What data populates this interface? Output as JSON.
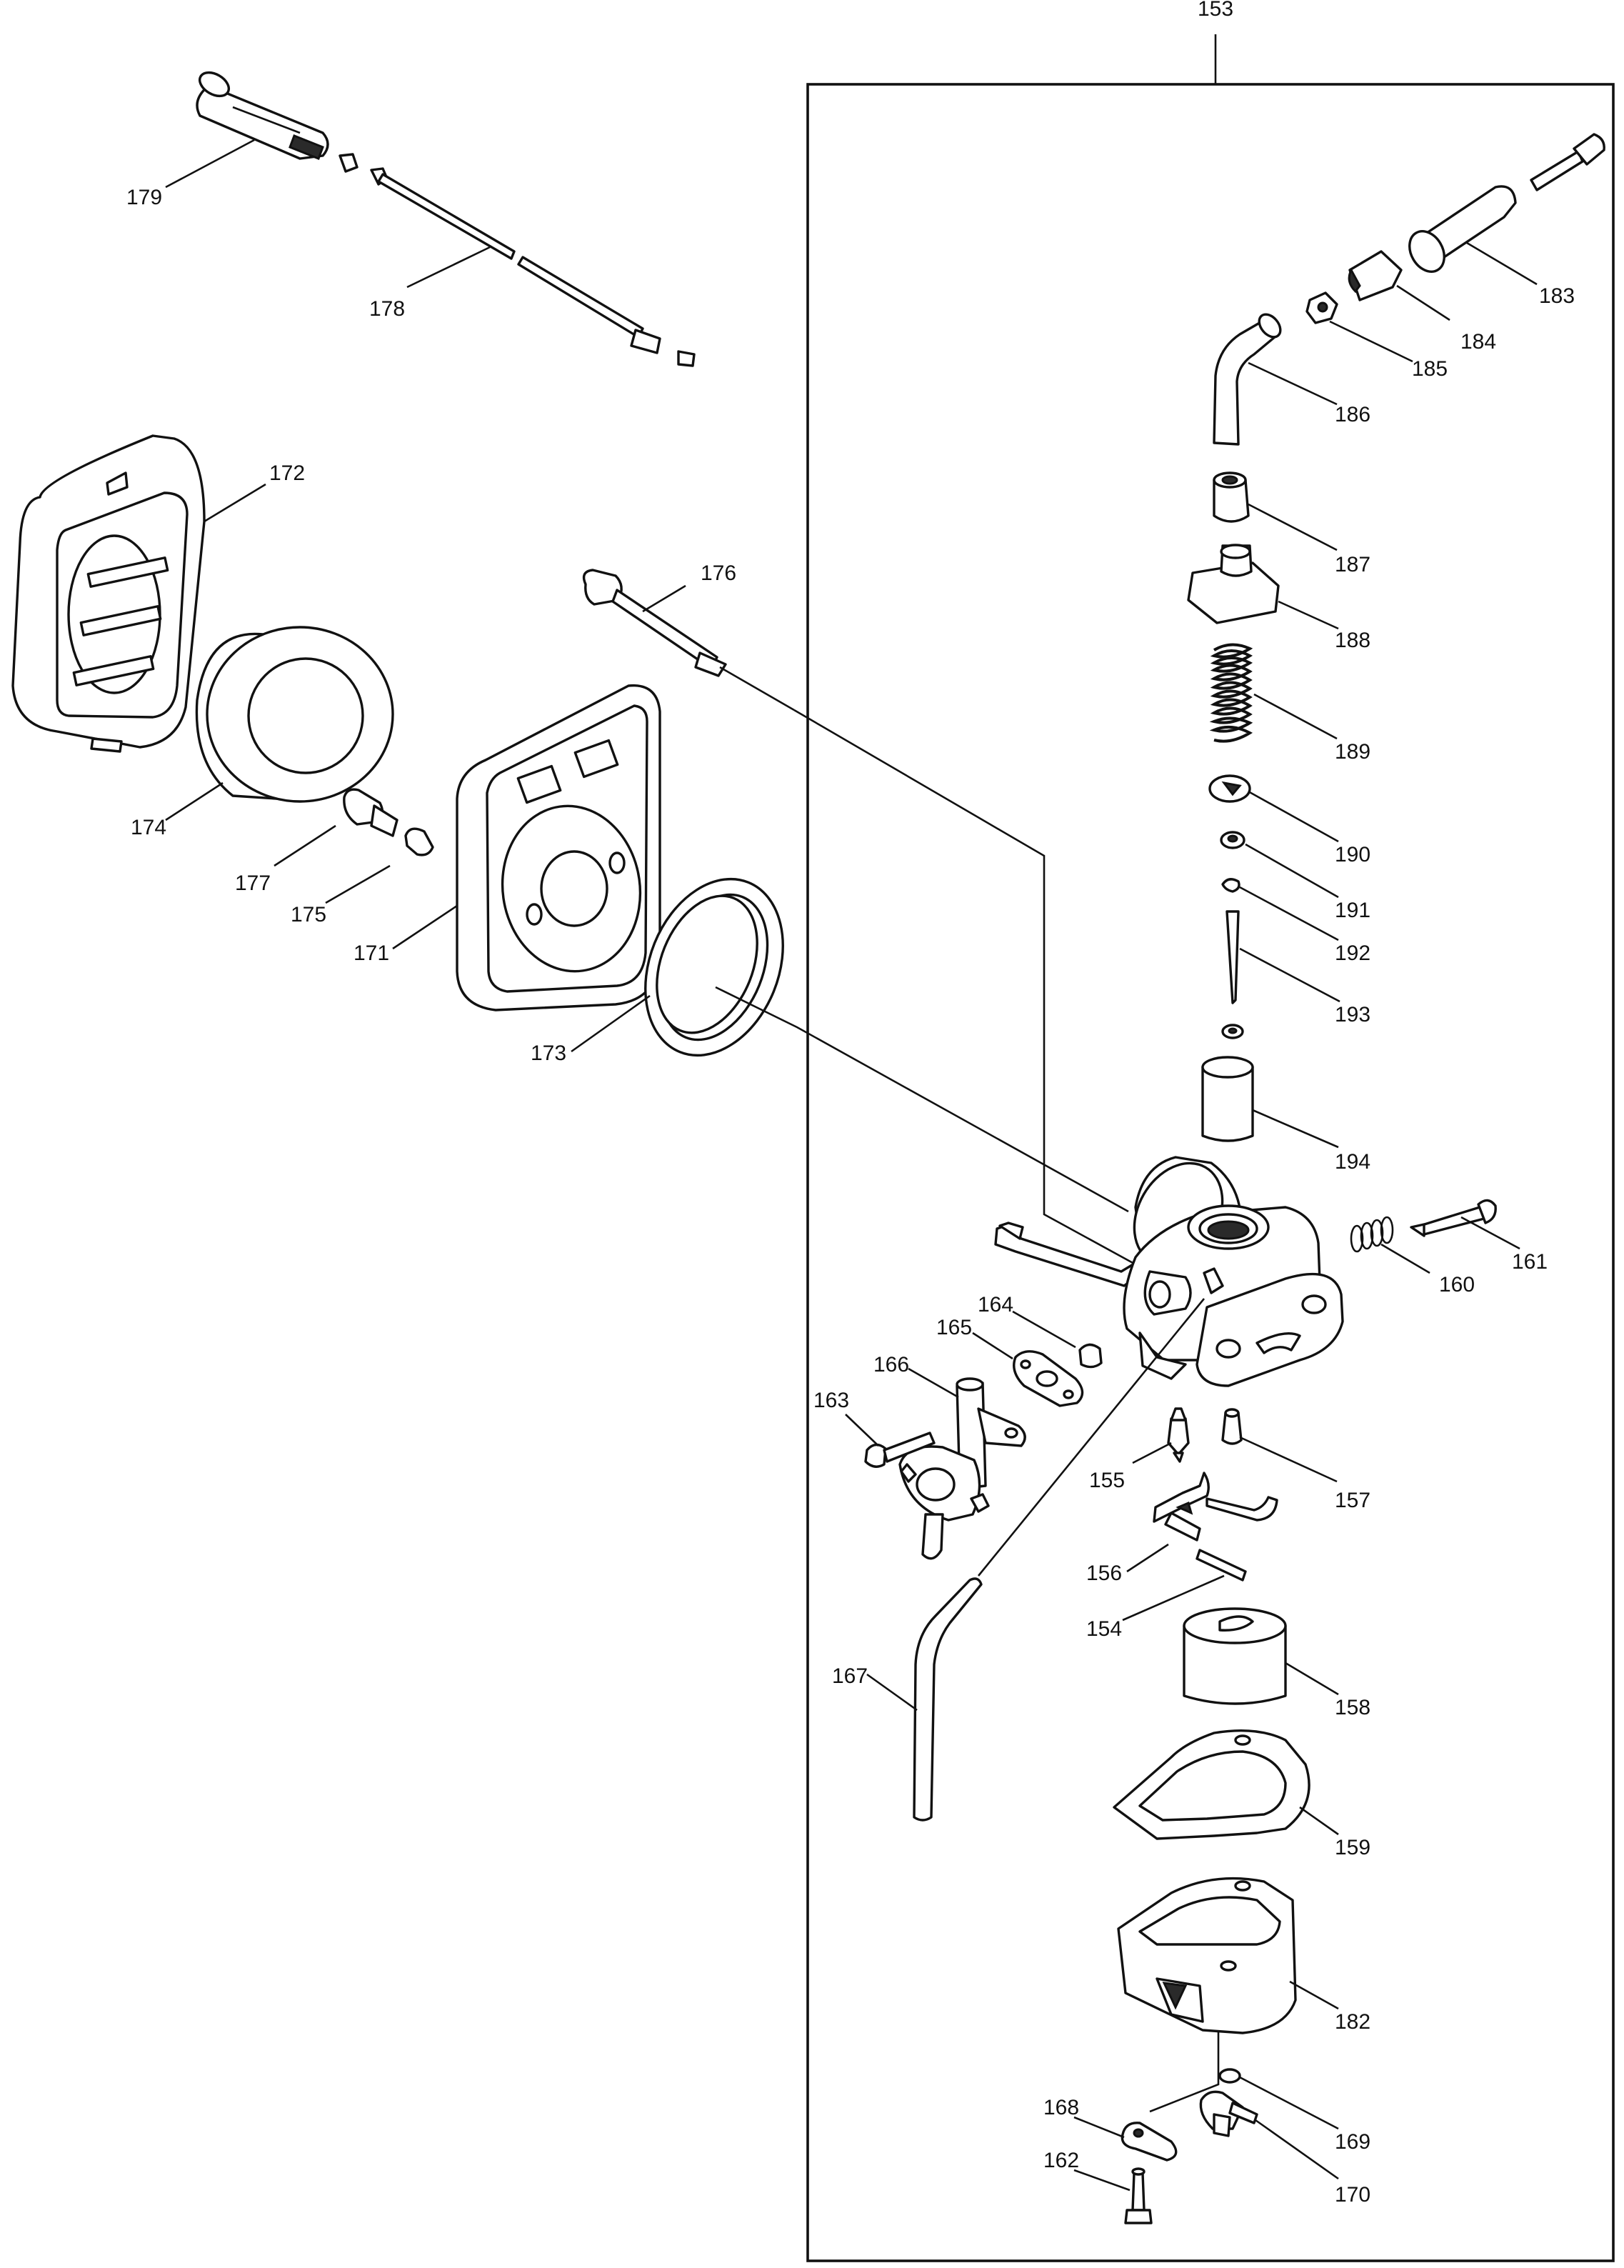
{
  "diagram": {
    "group_label": "153",
    "parts": [
      {
        "id": "p179",
        "label": "179"
      },
      {
        "id": "p178",
        "label": "178"
      },
      {
        "id": "p172",
        "label": "172"
      },
      {
        "id": "p174",
        "label": "174"
      },
      {
        "id": "p177",
        "label": "177"
      },
      {
        "id": "p175",
        "label": "175"
      },
      {
        "id": "p176",
        "label": "176"
      },
      {
        "id": "p171",
        "label": "171"
      },
      {
        "id": "p173",
        "label": "173"
      },
      {
        "id": "p183",
        "label": "183"
      },
      {
        "id": "p184",
        "label": "184"
      },
      {
        "id": "p185",
        "label": "185"
      },
      {
        "id": "p186",
        "label": "186"
      },
      {
        "id": "p187",
        "label": "187"
      },
      {
        "id": "p188",
        "label": "188"
      },
      {
        "id": "p189",
        "label": "189"
      },
      {
        "id": "p190",
        "label": "190"
      },
      {
        "id": "p191",
        "label": "191"
      },
      {
        "id": "p192",
        "label": "192"
      },
      {
        "id": "p193",
        "label": "193"
      },
      {
        "id": "p194",
        "label": "194"
      },
      {
        "id": "p161",
        "label": "161"
      },
      {
        "id": "p160",
        "label": "160"
      },
      {
        "id": "p164",
        "label": "164"
      },
      {
        "id": "p165",
        "label": "165"
      },
      {
        "id": "p166",
        "label": "166"
      },
      {
        "id": "p163",
        "label": "163"
      },
      {
        "id": "p155",
        "label": "155"
      },
      {
        "id": "p157",
        "label": "157"
      },
      {
        "id": "p156",
        "label": "156"
      },
      {
        "id": "p154",
        "label": "154"
      },
      {
        "id": "p167",
        "label": "167"
      },
      {
        "id": "p158",
        "label": "158"
      },
      {
        "id": "p159",
        "label": "159"
      },
      {
        "id": "p182",
        "label": "182"
      },
      {
        "id": "p168",
        "label": "168"
      },
      {
        "id": "p169",
        "label": "169"
      },
      {
        "id": "p162",
        "label": "162"
      },
      {
        "id": "p170",
        "label": "170"
      }
    ]
  }
}
